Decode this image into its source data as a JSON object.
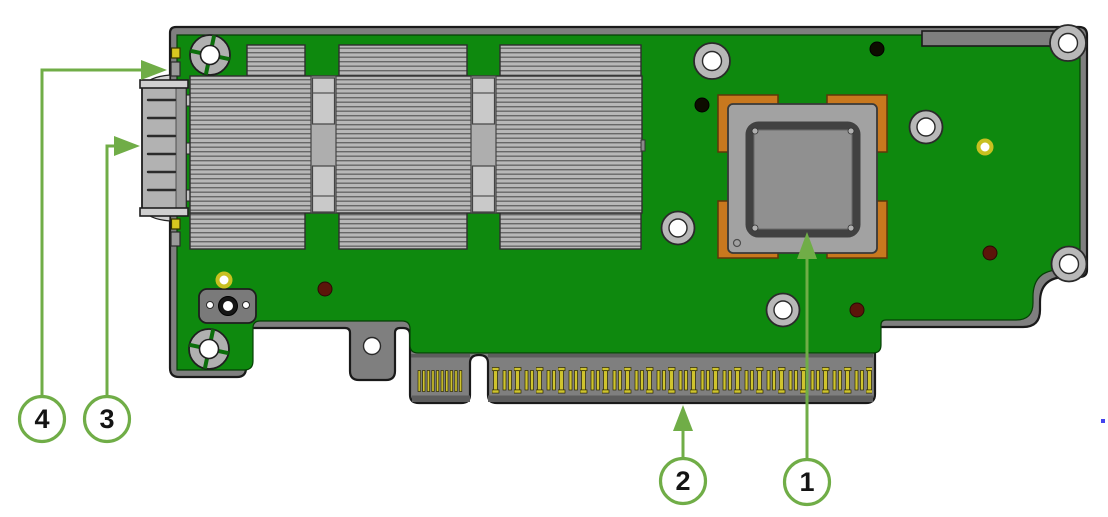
{
  "diagram": {
    "type": "pcb-adapter-card-callout-diagram",
    "callouts": [
      {
        "label": "1"
      },
      {
        "label": "2"
      },
      {
        "label": "3"
      },
      {
        "label": "4"
      }
    ],
    "colors": {
      "board_green": "#0E890E",
      "frame_gray": "#7F7F7F",
      "heatsink_gray": "#B8B8B8",
      "socket_orange": "#C8781E",
      "gold_pins": "#CFC42E",
      "callout_green": "#70AD47"
    }
  }
}
